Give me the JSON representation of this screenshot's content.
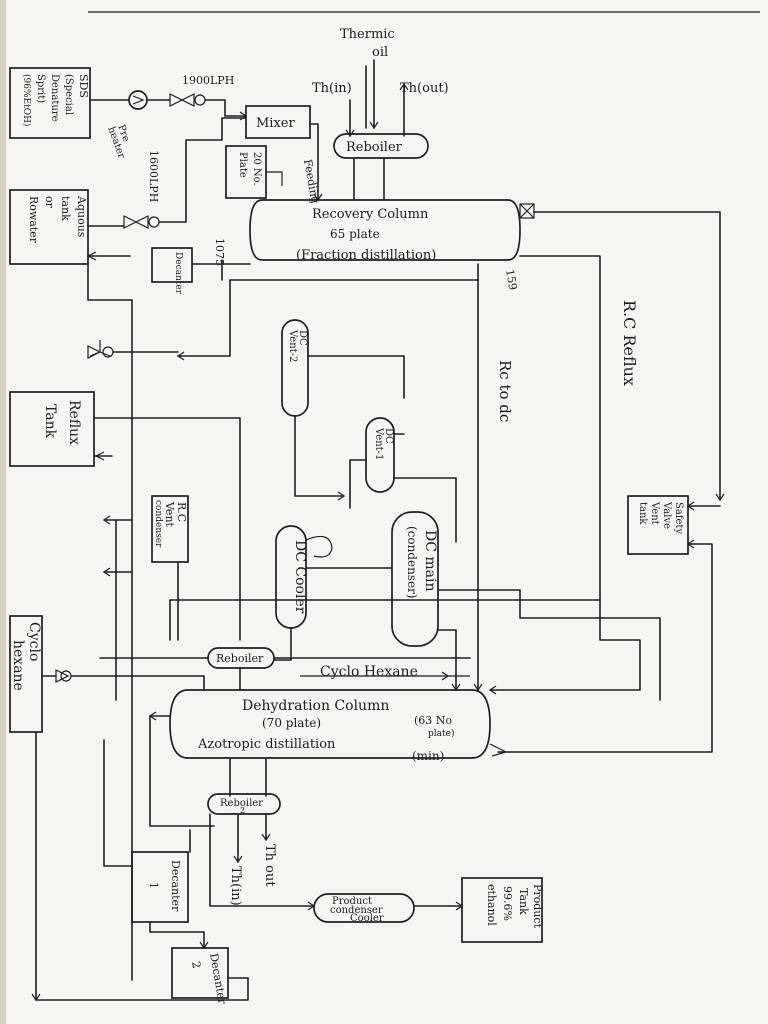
{
  "thermic_oil": {
    "line1": "Thermic",
    "line2": "oil"
  },
  "th_in_top": "Th(in)",
  "th_out_top": "Th(out)",
  "flow_1900": "1900LPH",
  "flow_1600": "1600LPH",
  "sds_tank": [
    "SDS",
    "(Special",
    "Denature",
    "Sprit)",
    "(96%EtOH)"
  ],
  "pre_heater": [
    "Pre",
    "heater"
  ],
  "mixer": "Mixer",
  "plate_20": [
    "20 No.",
    "Plate"
  ],
  "feeding": "Feeding",
  "reboiler_top": "Reboiler",
  "recovery_column": {
    "l1": "Recovery Column",
    "l2": "65 plate",
    "l3": "(Fraction distillation)"
  },
  "aqueous_tank": [
    "Aquous",
    "tank",
    "or",
    "Rowater"
  ],
  "decanter_small": "Decanter",
  "lbl_1075": "1075",
  "lbl_159": "159",
  "rc_reflux": "R.C Reflux",
  "rc_to_dc": "Rc to dc",
  "dc_vent_1": [
    "DC",
    "Vent-2"
  ],
  "dc_vent_2": [
    "DC",
    "Vent-1"
  ],
  "reflux_tank": [
    "Reflux",
    "Tank"
  ],
  "rc_vent_condenser": [
    "R.C",
    "Vent",
    "condenser"
  ],
  "dc_main_condenser": [
    "DC main",
    "(condenser)"
  ],
  "dc_cooler": "DC Cooler",
  "safety_valve_vent_tank": [
    "Safety",
    "Valve",
    "Vent",
    "tank"
  ],
  "cyclo_hexane_tank": [
    "Cyclo",
    "hexane"
  ],
  "reboiler_1": "Reboiler",
  "cyclo_hexane_line": "Cyclo Hexane",
  "dehydration_column": {
    "l1": "Dehydration Column",
    "l2": "(70 plate)",
    "l3": "Azotropic distillation"
  },
  "plate_63": [
    "(63 No",
    "plate)"
  ],
  "min_label": "(min)",
  "reboiler_2": [
    "Reboiler",
    "2"
  ],
  "th_in_bottom": "Th(in)",
  "th_out_bottom": "Th out",
  "decanter_1": [
    "Decanter",
    "1"
  ],
  "decanter_2": [
    "Decanter",
    "2"
  ],
  "product_condenser": [
    "Product",
    "condenser",
    "Cooler"
  ],
  "product_tank": [
    "Product",
    "Tank",
    "99.6%",
    "ethanol"
  ]
}
